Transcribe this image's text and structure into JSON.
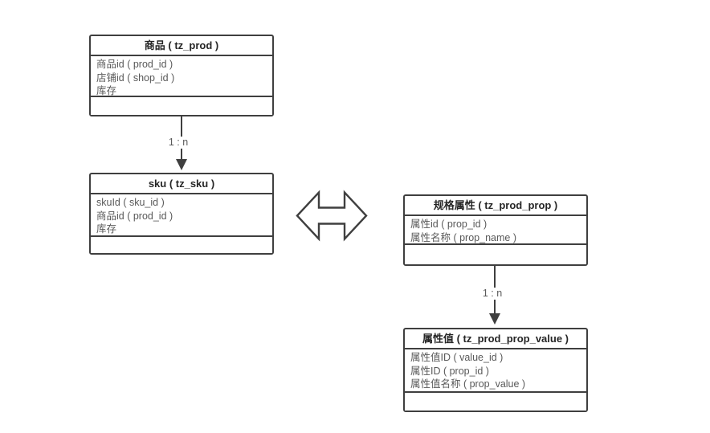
{
  "diagram": {
    "tables": {
      "prod": {
        "title": "商品 ( tz_prod )",
        "fields": [
          "商品id ( prod_id )",
          "店铺id ( shop_id )",
          "库存"
        ]
      },
      "sku": {
        "title": "sku ( tz_sku )",
        "fields": [
          "skuId ( sku_id )",
          "商品id ( prod_id )",
          "库存"
        ]
      },
      "prod_prop": {
        "title": "规格属性 ( tz_prod_prop )",
        "fields": [
          "属性id ( prop_id )",
          "属性名称 ( prop_name )"
        ]
      },
      "prod_prop_value": {
        "title": "属性值 ( tz_prod_prop_value )",
        "fields": [
          "属性值ID ( value_id )",
          "属性ID ( prop_id )",
          "属性值名称 ( prop_value )"
        ]
      }
    },
    "connectors": {
      "prod_to_sku": {
        "label": "1 : n"
      },
      "prop_to_value": {
        "label": "1 : n"
      }
    },
    "colors": {
      "border": "#3f3f3f",
      "title_text": "#262626",
      "field_text": "#595959",
      "background": "#ffffff"
    }
  }
}
